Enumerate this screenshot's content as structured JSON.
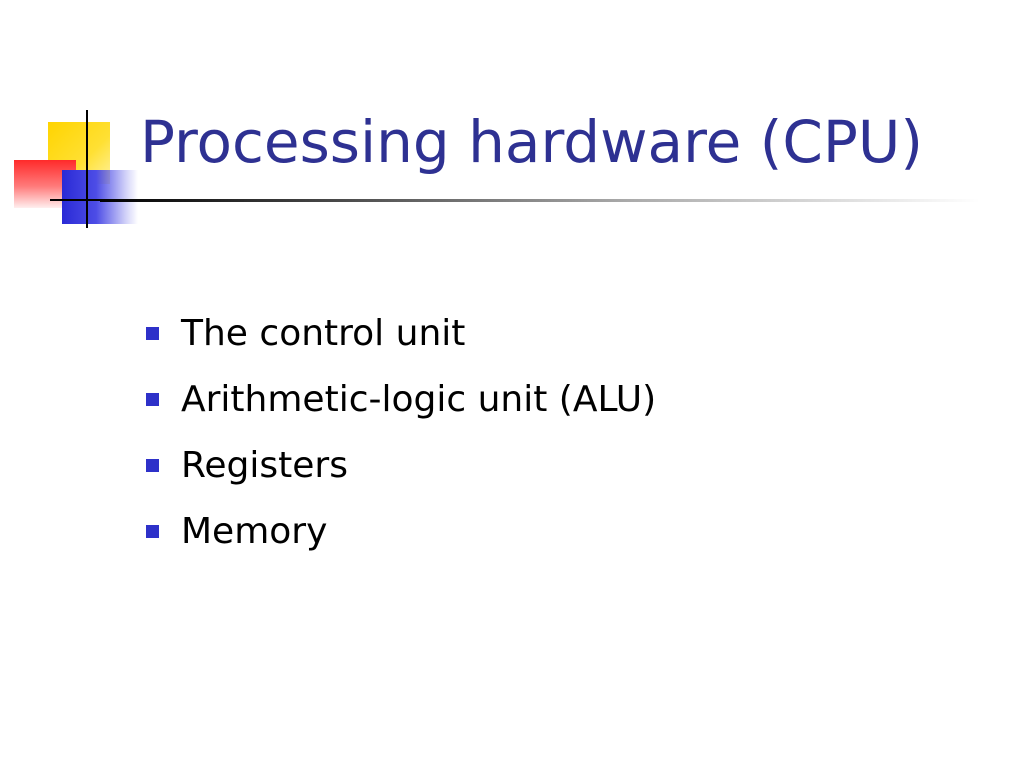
{
  "slide": {
    "title": "Processing hardware (CPU)",
    "bullets": [
      {
        "text": "The control unit"
      },
      {
        "text": "Arithmetic-logic unit (ALU)"
      },
      {
        "text": "Registers"
      },
      {
        "text": "Memory"
      }
    ]
  },
  "colors": {
    "title": "#2e3192",
    "bullet_marker": "#2e31c9",
    "body_text": "#000000",
    "accent_yellow": "#ffd400",
    "accent_red": "#ff2a2a",
    "accent_blue": "#2a2ad6"
  }
}
